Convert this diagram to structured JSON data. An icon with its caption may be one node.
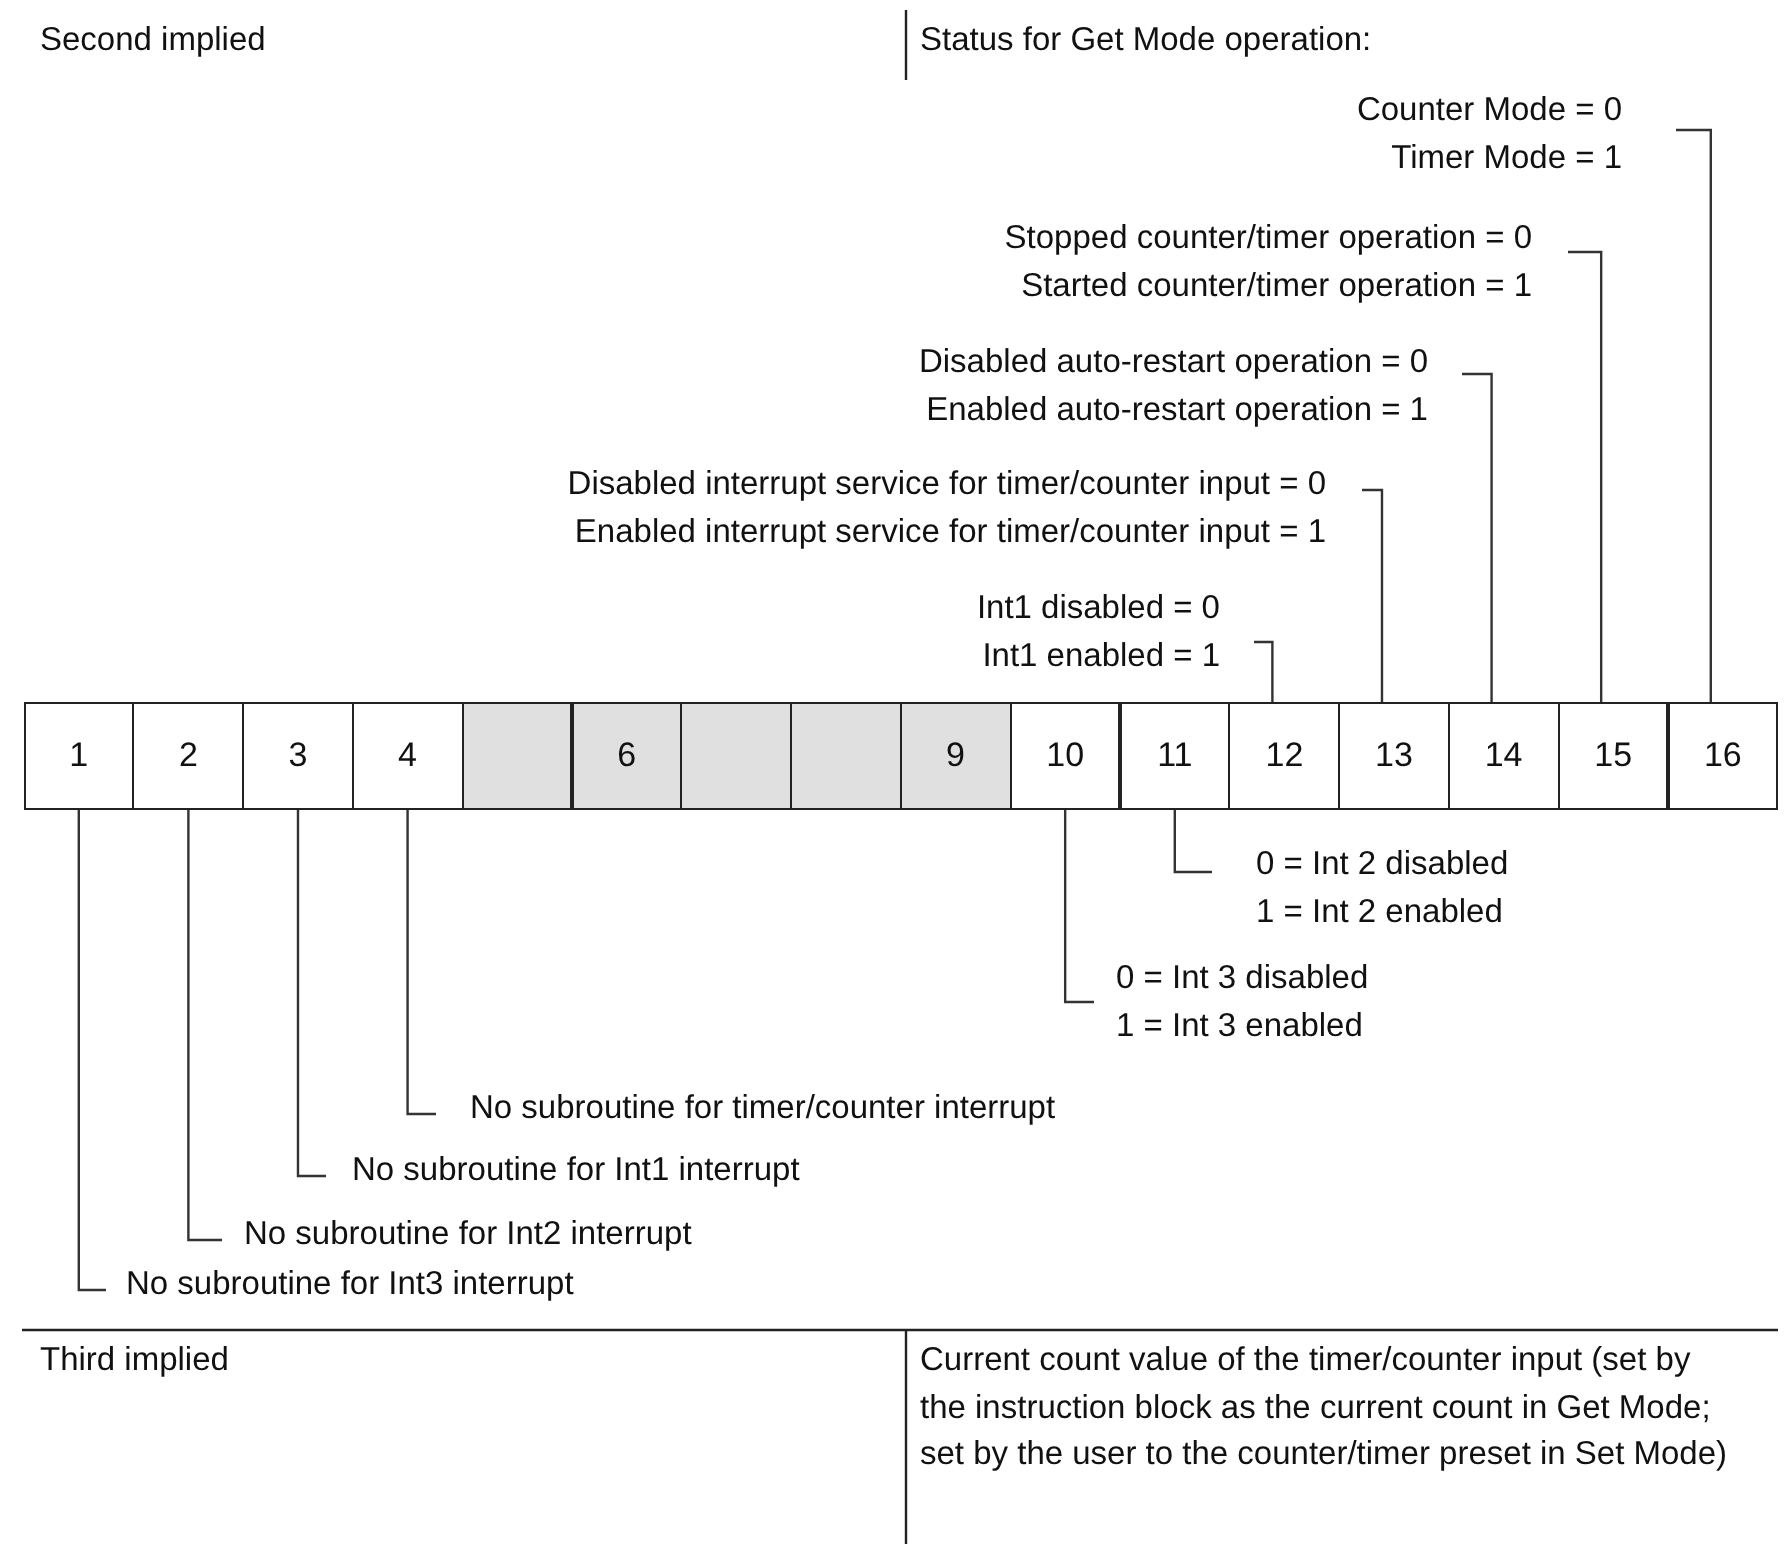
{
  "diagram": {
    "nodes": [
      {
        "text": [
          "1"
        ]
      },
      {
        "text": [
          "2"
        ]
      },
      {
        "text": [
          "3"
        ]
      },
      {
        "text": [
          "4"
        ]
      },
      {
        "text": [],
        "shape": "box"
      },
      {
        "text": [
          "6"
        ]
      },
      {
        "text": [],
        "shape": "box"
      },
      {
        "text": [],
        "shape": "box"
      },
      {
        "text": [
          "9"
        ]
      },
      {
        "text": [
          "10"
        ]
      },
      {
        "text": [
          "11"
        ]
      },
      {
        "text": [
          "12"
        ]
      },
      {
        "text": [
          "13"
        ]
      },
      {
        "text": [
          "14"
        ]
      },
      {
        "text": [
          "15"
        ]
      },
      {
        "text": [
          "16"
        ]
      },
      {
        "text": [
          "Counter Mode = 0",
          "Timer Mode = 1"
        ]
      },
      {
        "text": [
          "Stopped counter/timer operation = 0",
          "Started counter/timer operation = 1"
        ]
      },
      {
        "text": [
          "Disabled auto-restart operation = 0",
          "Enabled auto-restart operation = 1"
        ]
      },
      {
        "text": [
          "Disabled interrupt service for timer/counter input = 0",
          "Enabled interrupt service for timer/counter input = 1"
        ]
      },
      {
        "text": [
          "Int1 disabled = 0",
          "Int1 enabled = 1"
        ]
      },
      {
        "text": [
          "0 = Int 2 disabled",
          "1 = Int 2 enabled"
        ]
      },
      {
        "text": [
          "0 = Int 3 disabled",
          "1 = Int 3 enabled"
        ]
      },
      {
        "text": [
          "No subroutine for timer/counter interrupt"
        ]
      },
      {
        "text": [
          "No subroutine for Int1 interrupt"
        ]
      },
      {
        "text": [
          "No subroutine for Int2 interrupt"
        ]
      },
      {
        "text": [
          "No subroutine for Int3 interrupt"
        ]
      }
    ],
    "edges": [
      {
        "from": 16,
        "to": 15,
        "arrow": "none"
      },
      {
        "from": 17,
        "to": 14,
        "arrow": "none"
      },
      {
        "from": 18,
        "to": 13,
        "arrow": "none"
      },
      {
        "from": 19,
        "to": 12,
        "arrow": "none"
      },
      {
        "from": 20,
        "to": 11,
        "arrow": "none"
      },
      {
        "from": 21,
        "to": 10,
        "arrow": "none"
      },
      {
        "from": 22,
        "to": 9,
        "arrow": "none"
      },
      {
        "from": 23,
        "to": 3,
        "arrow": "none"
      },
      {
        "from": 24,
        "to": 2,
        "arrow": "none"
      },
      {
        "from": 25,
        "to": 1,
        "arrow": "none"
      },
      {
        "from": 26,
        "to": 0,
        "arrow": "none"
      }
    ],
    "labels": [
      "Second implied",
      "Status for Get Mode operation:",
      "Third implied",
      "Current count value of the timer/counter input (set by the instruction block as the current count in Get Mode; set by the user to the counter/timer preset in Set Mode)"
    ]
  }
}
